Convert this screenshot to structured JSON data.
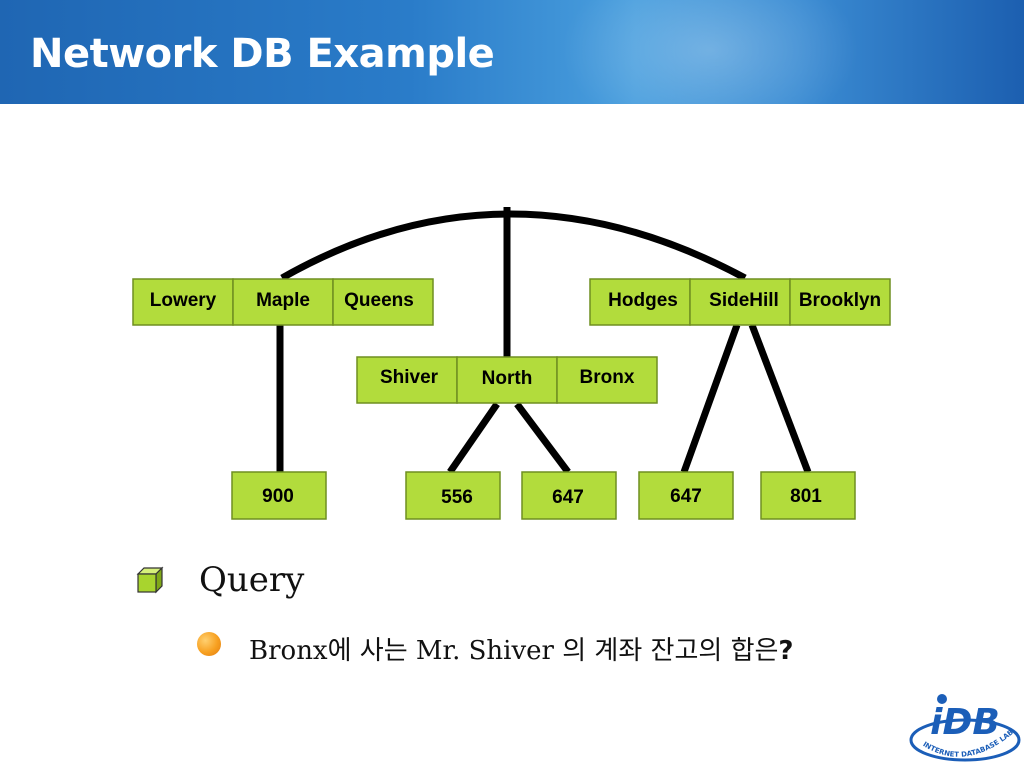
{
  "slide": {
    "title": "Network DB Example"
  },
  "diagram": {
    "nodes": {
      "top_left": [
        "Lowery",
        "Maple",
        "Queens"
      ],
      "middle": [
        "Shiver",
        "North",
        "Bronx"
      ],
      "top_right": [
        "Hodges",
        "SideHill",
        "Brooklyn"
      ],
      "accounts": [
        "900",
        "556",
        "647",
        "647",
        "801"
      ]
    },
    "colors": {
      "box_fill": "#b2dc3c",
      "box_stroke": "#6f8f20",
      "line": "#000000"
    }
  },
  "bullets": {
    "level1": "Query",
    "level2_text": "Bronx에 사는 Mr. Shiver 의 계좌 잔고의 합은",
    "level2_question_mark": "?"
  },
  "logo": {
    "mark": "iDB",
    "ring_text": "INTERNET DATABASE LAB",
    "color": "#1b5eb8"
  }
}
